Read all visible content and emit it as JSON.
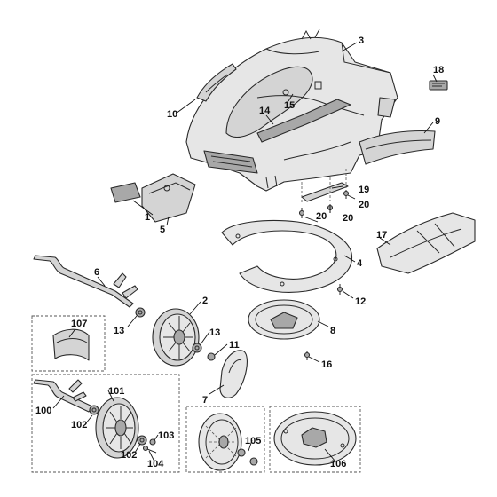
{
  "callouts": [
    {
      "id": "c1",
      "text": "1"
    },
    {
      "id": "c2",
      "text": "2"
    },
    {
      "id": "c3",
      "text": "3"
    },
    {
      "id": "c4",
      "text": "4"
    },
    {
      "id": "c5",
      "text": "5"
    },
    {
      "id": "c6",
      "text": "6"
    },
    {
      "id": "c7",
      "text": "7"
    },
    {
      "id": "c8",
      "text": "8"
    },
    {
      "id": "c9",
      "text": "9"
    },
    {
      "id": "c10",
      "text": "10"
    },
    {
      "id": "c11",
      "text": "11"
    },
    {
      "id": "c12",
      "text": "12"
    },
    {
      "id": "c13a",
      "text": "13"
    },
    {
      "id": "c13b",
      "text": "13"
    },
    {
      "id": "c14",
      "text": "14"
    },
    {
      "id": "c15",
      "text": "15"
    },
    {
      "id": "c16",
      "text": "16"
    },
    {
      "id": "c17",
      "text": "17"
    },
    {
      "id": "c18",
      "text": "18"
    },
    {
      "id": "c19",
      "text": "19"
    },
    {
      "id": "c20a",
      "text": "20"
    },
    {
      "id": "c20b",
      "text": "20"
    },
    {
      "id": "c20c",
      "text": "20"
    },
    {
      "id": "c100",
      "text": "100"
    },
    {
      "id": "c101",
      "text": "101"
    },
    {
      "id": "c102a",
      "text": "102"
    },
    {
      "id": "c102b",
      "text": "102"
    },
    {
      "id": "c103",
      "text": "103"
    },
    {
      "id": "c104",
      "text": "104"
    },
    {
      "id": "c105",
      "text": "105"
    },
    {
      "id": "c106",
      "text": "106"
    },
    {
      "id": "c107",
      "text": "107"
    }
  ]
}
